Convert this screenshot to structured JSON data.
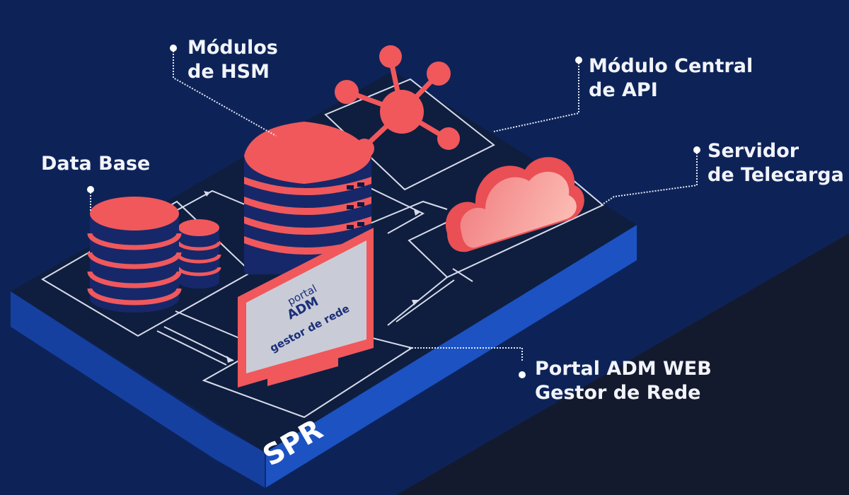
{
  "labels": {
    "hsm": {
      "line1": "Módulos",
      "line2": "de HSM"
    },
    "api": {
      "line1": "Módulo Central",
      "line2": "de API"
    },
    "database": {
      "line1": "Data Base"
    },
    "telecarga": {
      "line1": "Servidor",
      "line2": "de Telecarga"
    },
    "portal": {
      "line1": "Portal ADM WEB",
      "line2": "Gestor de Rede"
    }
  },
  "monitor": {
    "line1": "portal",
    "line2": "ADM",
    "line3": "gestor de rede"
  },
  "platform": {
    "label": "SPR"
  },
  "colors": {
    "background": "#0d2358",
    "background_corner": "#141a2e",
    "platform_top": "#0f1e3f",
    "platform_side": "#1a4cb3",
    "accent_red": "#f0585c",
    "accent_pink": "#f9a9a4",
    "label_text": "#f2f4fa",
    "line": "#d8dcea"
  },
  "icons": [
    "database-icon",
    "server-stack-icon",
    "network-hub-icon",
    "cloud-icon",
    "monitor-icon"
  ]
}
